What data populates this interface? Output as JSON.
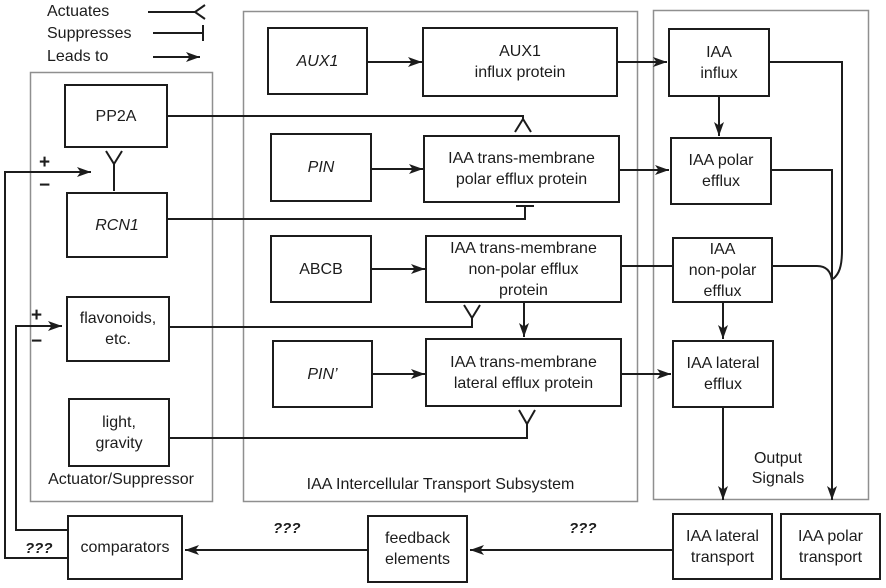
{
  "legend": {
    "items": [
      {
        "name": "actuates",
        "label": "Actuates"
      },
      {
        "name": "suppresses",
        "label": "Suppresses"
      },
      {
        "name": "leads_to",
        "label": "Leads to"
      }
    ]
  },
  "groups": {
    "actuator_suppressor": {
      "title": "Actuator/Suppressor"
    },
    "transport_subsystem": {
      "title": "IAA Intercellular Transport Subsystem"
    },
    "output_signals_label": "Output\nSignals"
  },
  "boxes": {
    "pp2a": "PP2A",
    "rcn1": "RCN1",
    "flavonoids": "flavonoids,\netc.",
    "light_gravity": "light,\ngravity",
    "aux1_gene": "AUX1",
    "aux1_influx_protein": "AUX1\ninflux protein",
    "pin_gene": "PIN",
    "polar_efflux_protein": "IAA trans-membrane\npolar efflux protein",
    "abcb_gene": "ABCB",
    "nonpolar_efflux_protein": "IAA trans-membrane\nnon-polar efflux\nprotein",
    "pin_prime_gene": "PIN’",
    "lateral_efflux_protein": "IAA trans-membrane\nlateral efflux protein",
    "iaa_influx": "IAA\ninflux",
    "iaa_polar_efflux": "IAA polar\nefflux",
    "iaa_nonpolar_efflux": "IAA\nnon-polar\nefflux",
    "iaa_lateral_efflux": "IAA lateral\nefflux",
    "comparators": "comparators",
    "feedback_elements": "feedback\nelements",
    "iaa_lateral_transport": "IAA lateral\ntransport",
    "iaa_polar_transport": "IAA polar\ntransport"
  },
  "annotations": {
    "plus": "+",
    "minus": "−",
    "unknown": "???"
  },
  "colors": {
    "line": "#1c1c1c",
    "group_border": "#8f8f8f",
    "background": "#ffffff"
  }
}
